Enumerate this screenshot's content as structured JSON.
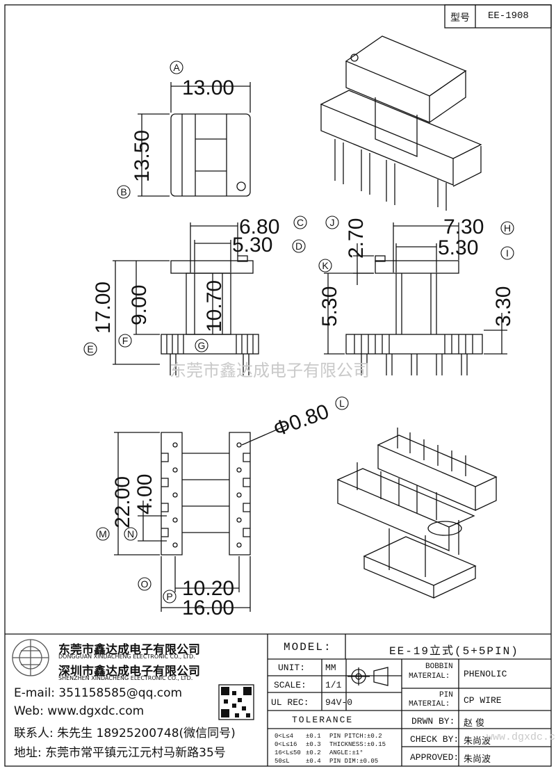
{
  "header": {
    "model_label": "型号",
    "model_value": "EE-1908"
  },
  "dims": {
    "a_width": "13.00",
    "b_height": "13.50",
    "c_width": "6.80",
    "d_width": "5.30",
    "e_height": "17.00",
    "f_height": "9.00",
    "g_height": "10.70",
    "h_width": "7.30",
    "i_width": "5.30",
    "j_height": "2.70",
    "k_height": "5.30",
    "side_height": "3.30",
    "l_pin_dia": "Φ0.80",
    "m_height": "22.00",
    "n_pitch": "4.00",
    "o_width": "10.20",
    "p_width": "16.00"
  },
  "markers": [
    "A",
    "B",
    "C",
    "D",
    "E",
    "F",
    "G",
    "H",
    "I",
    "J",
    "K",
    "L",
    "M",
    "N",
    "O",
    "P"
  ],
  "watermark": "东莞市鑫达成电子有限公司",
  "company": {
    "name_dg": "东莞市鑫达成电子有限公司",
    "name_dg_en": "DONGGUAN XINDACHENG ELECTRONIC CO., LTD.",
    "name_sz": "深圳市鑫达成电子有限公司",
    "name_sz_en": "SHENZHEN XINDACHENG ELECTRONIC CO., LTD.",
    "email": "E-mail: 351158585@qq.com",
    "web": "Web: www.dgxdc.com",
    "contact": "联系人: 朱先生 18925200748(微信同号)",
    "address": "地址: 东莞市常平镇元江元村马新路35号"
  },
  "title_block": {
    "model_label": "MODEL:",
    "model_value": "EE-19立式(5+5PIN)",
    "unit_label": "UNIT:",
    "unit_value": "MM",
    "scale_label": "SCALE:",
    "scale_value": "1/1",
    "ulrec_label": "UL REC:",
    "ulrec_value": "94V-0",
    "tolerance_label": "TOLERANCE",
    "bobbin_label1": "BOBBIN",
    "bobbin_label2": "MATERIAL:",
    "bobbin_value": "PHENOLIC",
    "pin_label1": "PIN",
    "pin_label2": "MATERIAL:",
    "pin_value": "CP WIRE",
    "drwn_label": "DRWN BY:",
    "drwn_value": "赵 俊",
    "check_label": "CHECK BY:",
    "check_value": "朱尚波",
    "approved_label": "APPROVED:",
    "approved_value": "朱尚波",
    "tol_rows": [
      [
        "0<L≤4",
        "±0.1",
        "PIN PITCH:±0.2"
      ],
      [
        "0<L≤16",
        "±0.3",
        "THICKNESS:±0.15"
      ],
      [
        "16<L≤50",
        "±0.2",
        "ANGLE:±1°"
      ],
      [
        "50≤L",
        "±0.4",
        "PIN DIM:±0.05"
      ]
    ],
    "footer_watermark": "www.dgxdc.com"
  }
}
